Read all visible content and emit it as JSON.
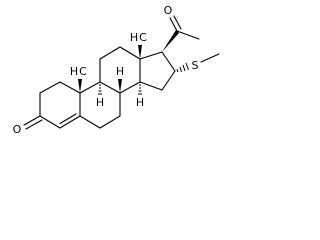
{
  "molecule": {
    "atoms": {
      "ketone_oxygen": "O",
      "acetyl_oxygen": "O",
      "sulfur": "S",
      "methyl_c10": "H",
      "methyl_c10_c": "C",
      "methyl_c13": "H",
      "methyl_c13_c": "C",
      "h_c8": "H",
      "h_c9": "H",
      "h_c14": "H"
    }
  }
}
